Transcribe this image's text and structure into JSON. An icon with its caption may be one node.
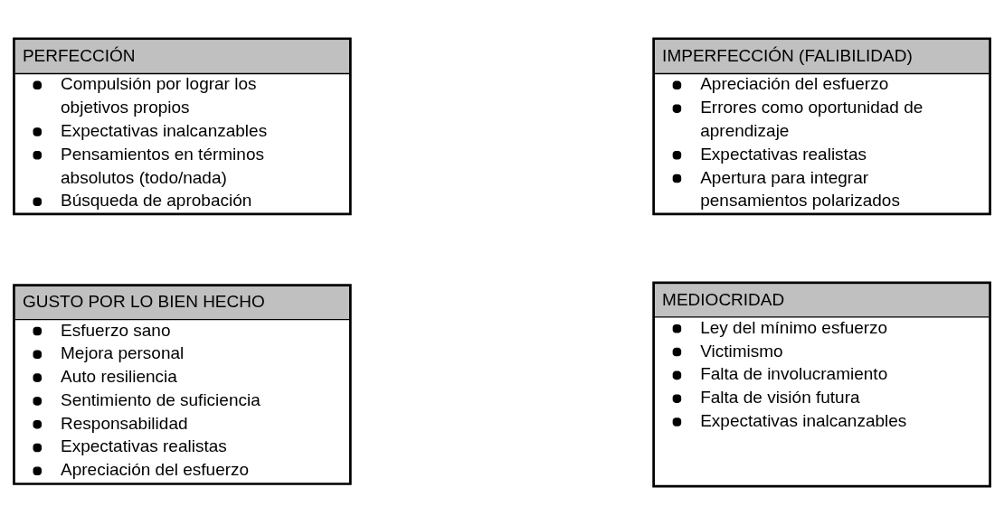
{
  "diagram": {
    "nodes": [
      {
        "text": [
          "PERFECCIÓN",
          "Compulsión por lograr los objetivos propios",
          "Expectativas inalcanzables",
          "Pensamientos en términos absolutos (todo/nada)",
          "Búsqueda de aprobación"
        ]
      },
      {
        "text": [
          "IMPERFECCIÓN (FALIBILIDAD)",
          "Apreciación del esfuerzo",
          "Errores como oportunidad de aprendizaje",
          "Expectativas realistas",
          "Apertura para integrar pensamientos polarizados"
        ]
      },
      {
        "text": [
          "GUSTO POR LO BIEN HECHO",
          "Esfuerzo sano",
          "Mejora personal",
          "Auto resiliencia",
          "Sentimiento de suficiencia",
          "Responsabilidad",
          "Expectativas realistas",
          "Apreciación del esfuerzo"
        ]
      },
      {
        "text": [
          "MEDIOCRIDAD",
          "Ley del mínimo esfuerzo",
          "Victimismo",
          "Falta de involucramiento",
          "Falta de visión futura",
          "Expectativas inalcanzables"
        ]
      }
    ]
  }
}
